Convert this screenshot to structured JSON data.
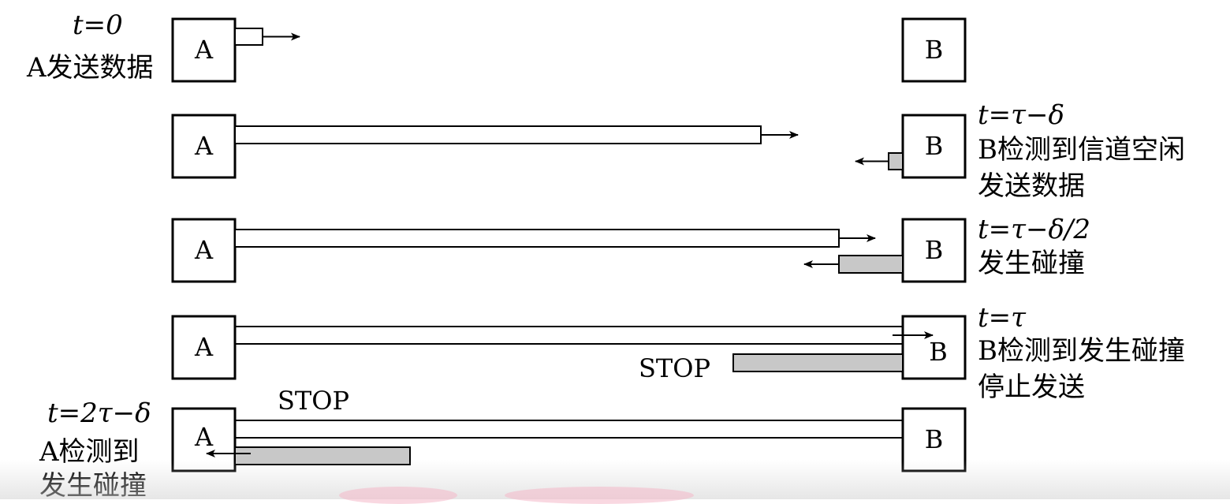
{
  "stations": {
    "a_label": "A",
    "b_label": "B"
  },
  "stop_label": "STOP",
  "rows": [
    {
      "left_time": "t=0",
      "left_text": "A发送数据",
      "right_time": "",
      "right_lines": []
    },
    {
      "left_time": "",
      "left_text": "",
      "right_time": "t=τ−δ",
      "right_lines": [
        "B检测到信道空闲",
        "发送数据"
      ]
    },
    {
      "left_time": "",
      "left_text": "",
      "right_time": "t=τ−δ/2",
      "right_lines": [
        "发生碰撞"
      ]
    },
    {
      "left_time": "",
      "left_text": "",
      "right_time": "t=τ",
      "right_lines": [
        "B检测到发生碰撞",
        "停止发送"
      ]
    },
    {
      "left_time": "t=2τ−δ",
      "left_lines": [
        "A检测到",
        "发生碰撞"
      ],
      "right_time": "",
      "right_lines": []
    }
  ],
  "colors": {
    "line": "#000000",
    "signal_b": "#c8c8c8",
    "background": "#ffffff"
  }
}
